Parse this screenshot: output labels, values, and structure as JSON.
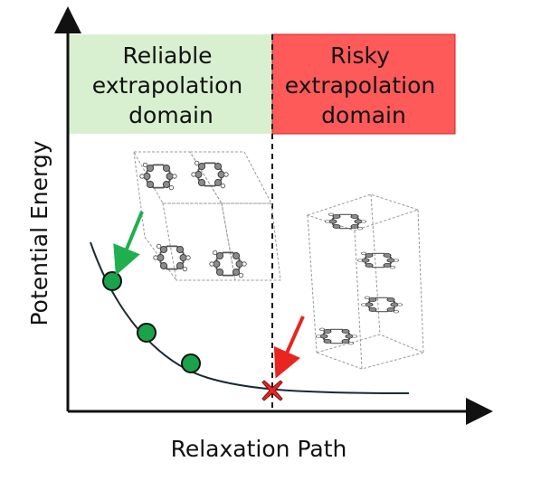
{
  "reliable_domain": {
    "lines": [
      "Reliable",
      "extrapolation",
      "domain"
    ],
    "color": "#d8f0d0"
  },
  "risky_domain": {
    "lines": [
      "Risky",
      "extrapolation",
      "domain"
    ],
    "color": "#ff5a5a"
  },
  "axes": {
    "x_label": "Relaxation Path",
    "y_label": "Potential Energy"
  },
  "markers": {
    "reliable_point_color": "#1aa34a",
    "risky_point_color": "#e8251f",
    "arrow_green": "#1fb04e",
    "arrow_red": "#e8251f"
  }
}
